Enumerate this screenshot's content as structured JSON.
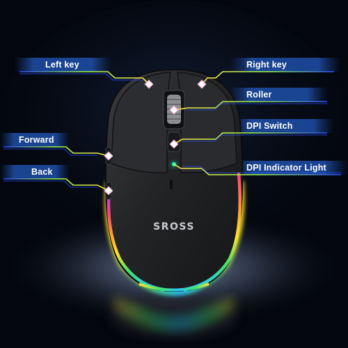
{
  "labels": {
    "left_key": "Left key",
    "right_key": "Right key",
    "roller": "Roller",
    "dpi_switch": "DPI Switch",
    "forward": "Forward",
    "back": "Back",
    "dpi_indicator_light": "DPI Indicator Light"
  },
  "brand": "SROSS",
  "colors": {
    "background": "#03060d",
    "mouse_body": "#1f2022",
    "banner_blue": "#1e4fa8",
    "rgb_edge": [
      "#ff3f7a",
      "#ff9d2e",
      "#ffe02e",
      "#41e36a",
      "#28c8ff",
      "#7a5bff"
    ]
  }
}
